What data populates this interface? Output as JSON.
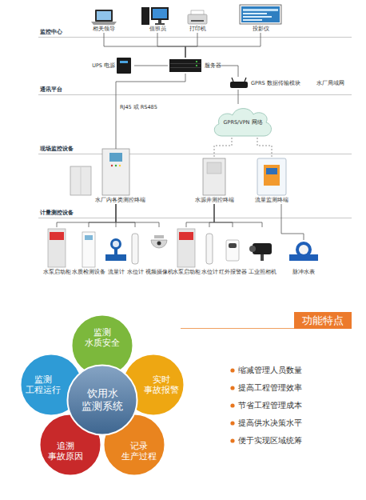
{
  "diagram": {
    "nodes": [
      {
        "text": [
          "相关领导"
        ]
      },
      {
        "text": [
          "值班员"
        ]
      },
      {
        "text": [
          "打印机"
        ]
      },
      {
        "text": [
          "投影仪"
        ]
      },
      {
        "text": [
          "UPS 电源"
        ]
      },
      {
        "text": [
          "服务器"
        ]
      },
      {
        "text": [
          "GPRS 数据传输模块"
        ]
      },
      {
        "text": [
          "GPRS/VPN 网络"
        ]
      },
      {
        "text": [
          "水厂内各类测控终端"
        ]
      },
      {
        "text": [
          "水源井测控终端"
        ]
      },
      {
        "text": [
          "流量监测终端"
        ]
      },
      {
        "text": [
          "水泵启动柜"
        ]
      },
      {
        "text": [
          "水质检测设备"
        ]
      },
      {
        "text": [
          "流量计"
        ]
      },
      {
        "text": [
          "水位计"
        ]
      },
      {
        "text": [
          "视频摄像机"
        ]
      },
      {
        "text": [
          "水泵启动柜"
        ]
      },
      {
        "text": [
          "水位计"
        ]
      },
      {
        "text": [
          "红外报警器"
        ]
      },
      {
        "text": [
          "工业照相机"
        ]
      },
      {
        "text": [
          "脉冲水表"
        ]
      },
      {
        "text": [
          "饮用水 监测系统"
        ]
      },
      {
        "text": [
          "监测 水质安全"
        ]
      },
      {
        "text": [
          "实时 事故报警"
        ]
      },
      {
        "text": [
          "记录 生产过程"
        ]
      },
      {
        "text": [
          "追溯 事故原因"
        ]
      },
      {
        "text": [
          "监测 工程运行"
        ]
      },
      {
        "text": [
          "功能特点"
        ]
      }
    ],
    "edges": [
      {
        "from": 0,
        "to": 5,
        "arrow": "none"
      },
      {
        "from": 1,
        "to": 5,
        "arrow": "none"
      },
      {
        "from": 2,
        "to": 5,
        "arrow": "none"
      },
      {
        "from": 3,
        "to": 5,
        "arrow": "none"
      },
      {
        "from": 4,
        "to": 5,
        "arrow": "none"
      },
      {
        "from": 5,
        "to": 8,
        "label": "RJ45 或 RS485",
        "arrow": "none"
      },
      {
        "from": 5,
        "to": 6,
        "arrow": "none"
      },
      {
        "from": 6,
        "to": 7,
        "arrow": "none"
      },
      {
        "from": 7,
        "to": 9,
        "arrow": "none"
      },
      {
        "from": 7,
        "to": 10,
        "arrow": "none"
      },
      {
        "from": 8,
        "to": 11,
        "arrow": "none"
      },
      {
        "from": 8,
        "to": 12,
        "arrow": "none"
      },
      {
        "from": 8,
        "to": 13,
        "arrow": "none"
      },
      {
        "from": 8,
        "to": 14,
        "arrow": "none"
      },
      {
        "from": 8,
        "to": 15,
        "arrow": "none"
      },
      {
        "from": 9,
        "to": 16,
        "arrow": "none"
      },
      {
        "from": 9,
        "to": 17,
        "arrow": "none"
      },
      {
        "from": 9,
        "to": 18,
        "arrow": "none"
      },
      {
        "from": 9,
        "to": 19,
        "arrow": "none"
      },
      {
        "from": 10,
        "to": 20,
        "arrow": "none"
      }
    ],
    "labels": [
      "监控中心",
      "通讯平台",
      "现场监控设备",
      "计量测控设备",
      "水厂局域网",
      "缩减管理人员数量",
      "提高工程管理效率",
      "节省工程管理成本",
      "提高供水决策水平",
      "便于实现区域统筹"
    ]
  }
}
